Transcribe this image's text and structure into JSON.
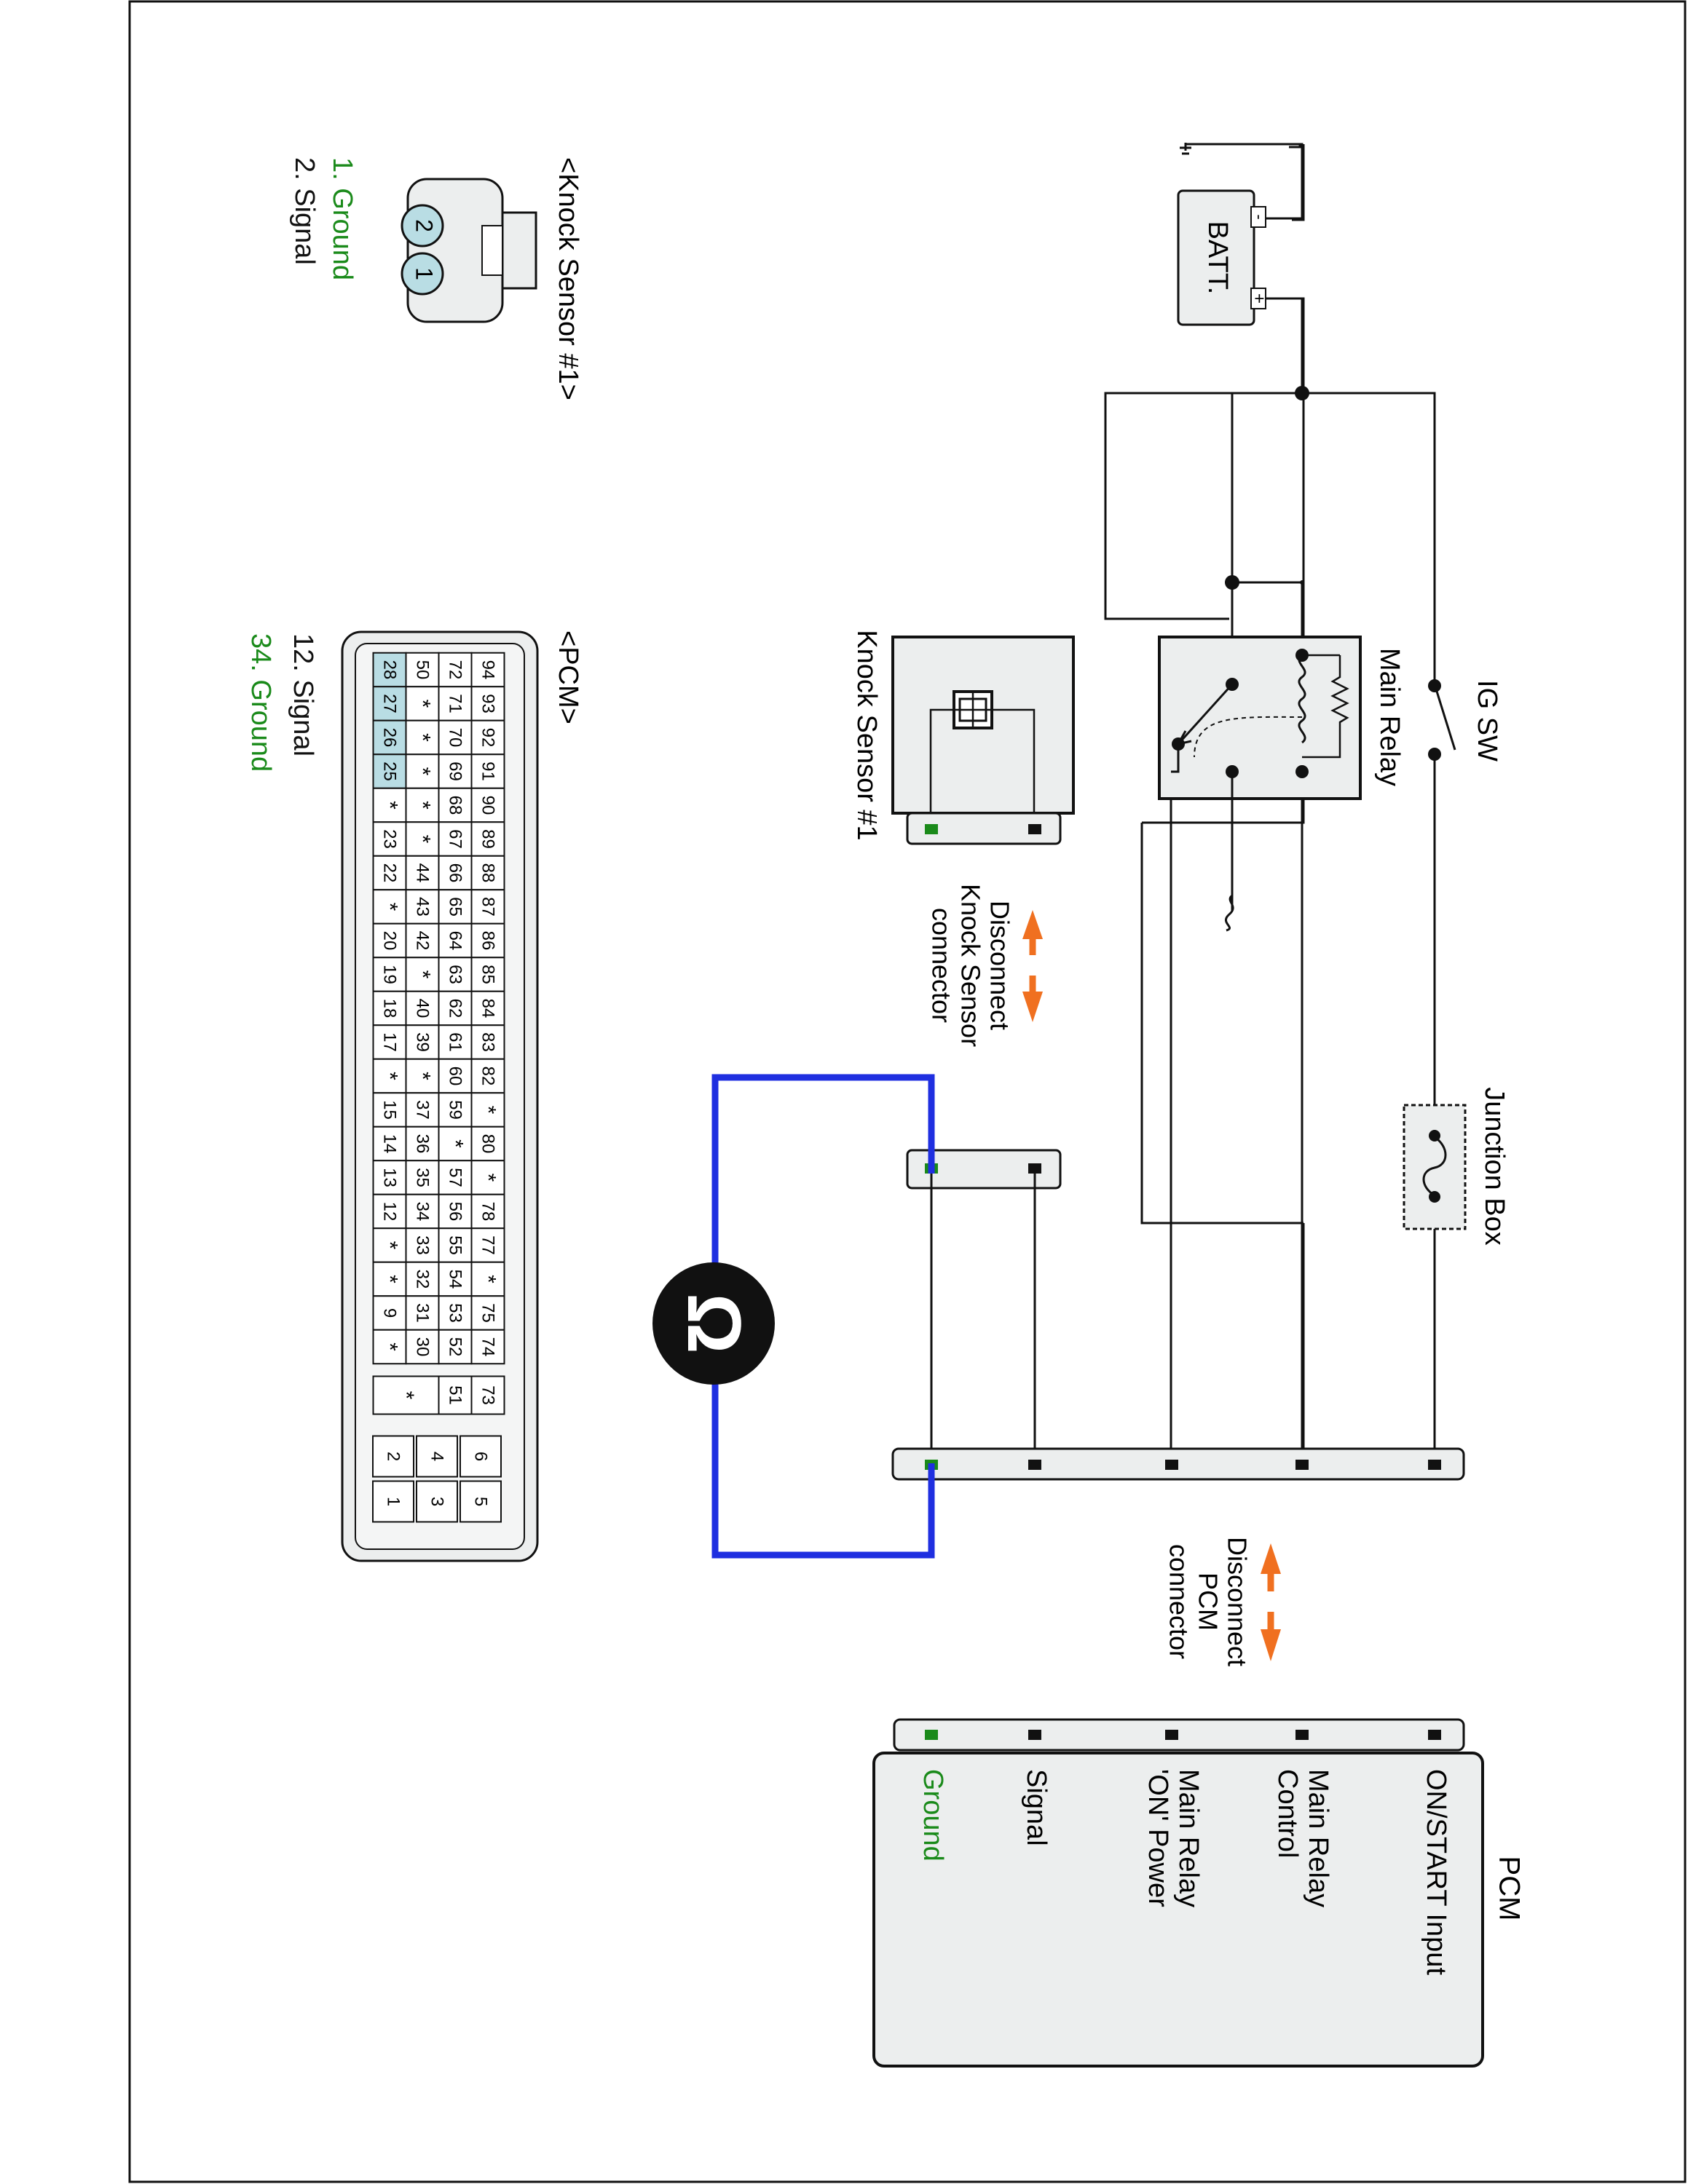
{
  "diagram": {
    "battery": {
      "label": "BATT.",
      "minus": "-",
      "plus": "+"
    },
    "ig_switch": {
      "label": "IG SW"
    },
    "main_relay": {
      "label": "Main Relay"
    },
    "junction_box": {
      "label": "Junction Box"
    },
    "knock_sensor": {
      "label": "Knock Sensor #1"
    },
    "knock_disconnect": {
      "lines": [
        "Disconnect",
        "Knock Sensor",
        "connector"
      ]
    },
    "pcm_disconnect": {
      "lines": [
        "Disconnect",
        "PCM",
        "connector"
      ]
    },
    "pcm": {
      "title": "PCM",
      "pins": [
        {
          "lines": [
            "ON/START Input"
          ]
        },
        {
          "lines": [
            "Main Relay",
            "Control"
          ]
        },
        {
          "lines": [
            "Main Relay",
            "'ON' Power"
          ]
        },
        {
          "lines": [
            "Signal"
          ]
        },
        {
          "lines": [
            "Ground"
          ]
        }
      ]
    },
    "ohmmeter": {
      "symbol": "Ω"
    },
    "knock_connector_view": {
      "title": "<Knock Sensor #1>",
      "pins": [
        "2",
        "1"
      ],
      "legend": [
        {
          "text": "1. Ground",
          "color": "#1a8a1a"
        },
        {
          "text": "2. Signal",
          "color": "#111111"
        }
      ]
    },
    "pcm_connector_view": {
      "title": "<PCM>",
      "rows": [
        [
          "94",
          "93",
          "92",
          "91",
          "90",
          "89",
          "88",
          "87",
          "86",
          "85",
          "84",
          "83",
          "82",
          "*",
          "80",
          "*",
          "78",
          "77",
          "*",
          "75",
          "74"
        ],
        [
          "72",
          "71",
          "70",
          "69",
          "68",
          "67",
          "66",
          "65",
          "64",
          "63",
          "62",
          "61",
          "60",
          "59",
          "*",
          "57",
          "56",
          "55",
          "54",
          "53",
          "52"
        ],
        [
          "50",
          "*",
          "*",
          "*",
          "*",
          "*",
          "44",
          "43",
          "42",
          "*",
          "40",
          "39",
          "*",
          "37",
          "36",
          "35",
          "34",
          "33",
          "32",
          "31",
          "30"
        ],
        [
          "28",
          "27",
          "26",
          "25",
          "*",
          "23",
          "22",
          "*",
          "20",
          "19",
          "18",
          "17",
          "*",
          "15",
          "14",
          "13",
          "12",
          "*",
          "*",
          "9",
          "*"
        ]
      ],
      "side_rows": [
        [
          "73"
        ],
        [
          "51"
        ],
        [
          "*"
        ]
      ],
      "small_block": [
        [
          "6",
          "5"
        ],
        [
          "4",
          "3"
        ],
        [
          "2",
          "1"
        ]
      ],
      "highlighted": [
        "28",
        "27",
        "26",
        "25"
      ],
      "legend": [
        {
          "text": "12. Signal",
          "color": "#111111"
        },
        {
          "text": "34. Ground",
          "color": "#1a8a1a"
        }
      ]
    }
  },
  "colors": {
    "wire": "#111111",
    "meter_lead": "#1f2fe0",
    "ground_pin": "#1a8a1a",
    "arrow": "#f07020",
    "box_fill": "#eceeee",
    "pin_highlight": "#b9dde4"
  }
}
